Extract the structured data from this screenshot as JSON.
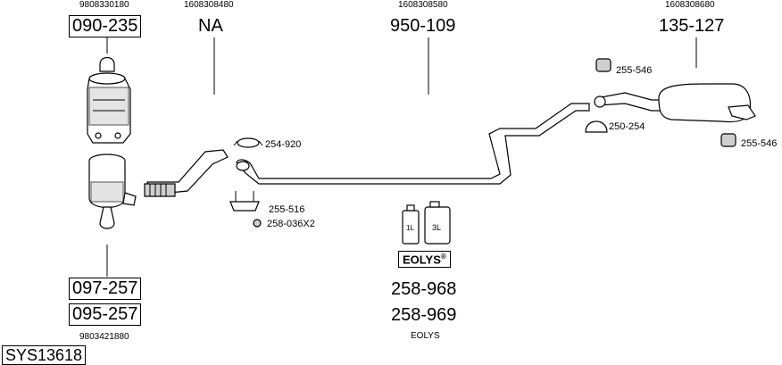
{
  "system_code": "SYS13618",
  "parts": {
    "catalyst_top": {
      "oe_number": "9808330180",
      "part_number": "090-235"
    },
    "front_pipe": {
      "oe_number": "1608308480",
      "part_number": "NA"
    },
    "middle_pipe": {
      "oe_number": "1608308580",
      "part_number": "950-109"
    },
    "rear_silencer": {
      "oe_number": "1608308680",
      "part_number": "135-127"
    },
    "particle_filter": {
      "oe_number": "9803421880",
      "part_number_1": "097-257",
      "part_number_2": "095-257"
    }
  },
  "clamps": {
    "clamp_front": "254-920",
    "clamp_rear": "250-254",
    "mount_front": "255-516",
    "gasket": "258-036X2",
    "mount_rear_top": "255-546",
    "mount_rear_bottom": "255-546"
  },
  "fluid": {
    "logo": "EOLYS",
    "registered_mark": "®",
    "part_1": "258-968",
    "part_2": "258-969",
    "label": "EOLYS",
    "bottle_small": "1L",
    "bottle_large": "3L"
  }
}
